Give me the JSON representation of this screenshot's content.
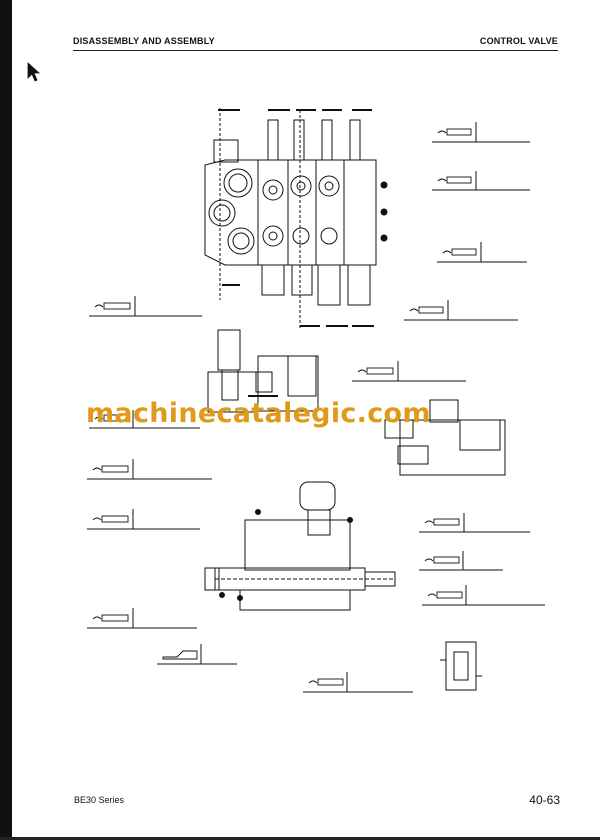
{
  "header": {
    "section": "DISASSEMBLY AND ASSEMBLY",
    "topic": "CONTROL VALVE"
  },
  "watermark": "machinecatalegic.com",
  "footer": {
    "series": "BE30 Series",
    "page_number": "40-63"
  },
  "icons": {
    "cursor": "arrow-pointer-icon",
    "torque": "torque-wrench-icon",
    "sealant": "sealant-tube-icon"
  }
}
